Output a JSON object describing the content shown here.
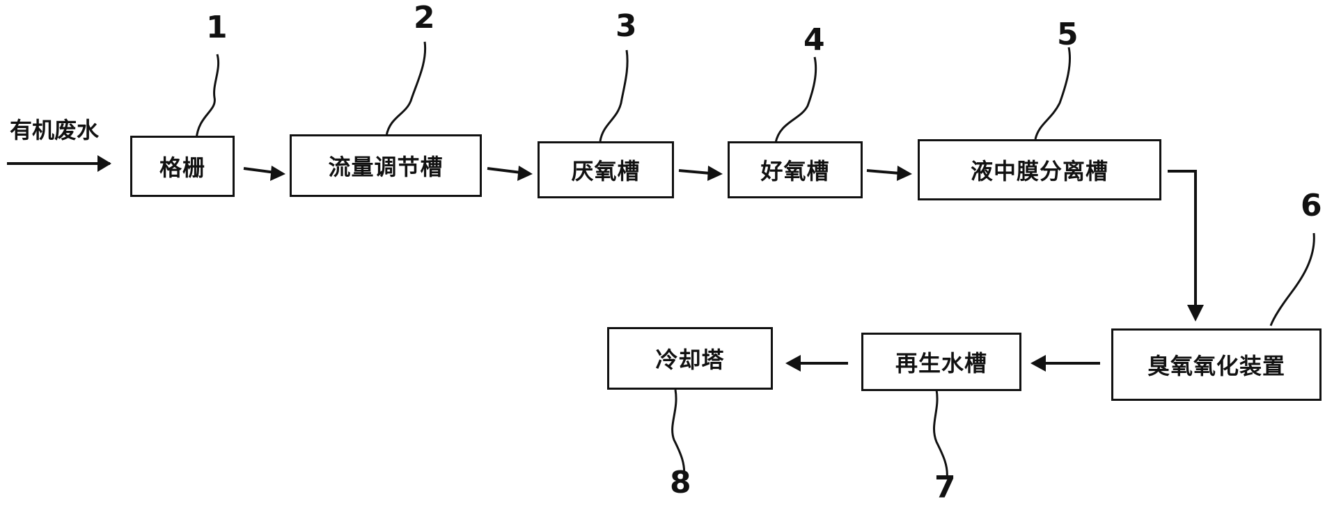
{
  "input_label": "有机废水",
  "steps": [
    {
      "id": "1",
      "name": "格栅"
    },
    {
      "id": "2",
      "name": "流量调节槽"
    },
    {
      "id": "3",
      "name": "厌氧槽"
    },
    {
      "id": "4",
      "name": "好氧槽"
    },
    {
      "id": "5",
      "name": "液中膜分离槽"
    },
    {
      "id": "6",
      "name": "臭氧氧化装置"
    },
    {
      "id": "7",
      "name": "再生水槽"
    },
    {
      "id": "8",
      "name": "冷却塔"
    }
  ]
}
